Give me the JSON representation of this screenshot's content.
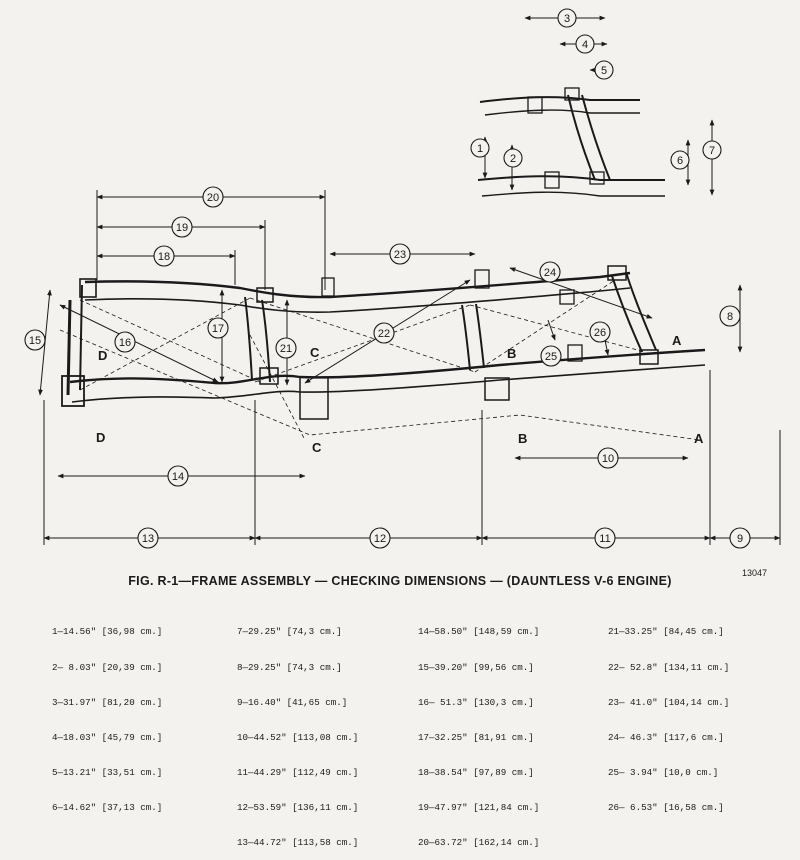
{
  "caption": "FIG. R-1—FRAME ASSEMBLY — CHECKING DIMENSIONS — (DAUNTLESS V-6 ENGINE)",
  "figure_number": "13047",
  "callout_numbers": [
    "1",
    "2",
    "3",
    "4",
    "5",
    "6",
    "7",
    "8",
    "9",
    "10",
    "11",
    "12",
    "13",
    "14",
    "15",
    "16",
    "17",
    "18",
    "19",
    "20",
    "21",
    "22",
    "23",
    "24",
    "25",
    "26"
  ],
  "point_letters": {
    "a": "A",
    "b": "B",
    "c": "C",
    "d": "D"
  },
  "legend": [
    [
      "1—14.56\" [36,98 cm.]",
      "2— 8.03\" [20,39 cm.]",
      "3—31.97\" [81,20 cm.]",
      "4—18.03\" [45,79 cm.]",
      "5—13.21\" [33,51 cm.]",
      "6—14.62\" [37,13 cm.]"
    ],
    [
      "7—29.25\" [74,3 cm.]",
      "8—29.25\" [74,3 cm.]",
      "9—16.40\" [41,65 cm.]",
      "10—44.52\" [113,08 cm.]",
      "11—44.29\" [112,49 cm.]",
      "12—53.59\" [136,11 cm.]",
      "13—44.72\" [113,58 cm.]"
    ],
    [
      "14—58.50\" [148,59 cm.]",
      "15—39.20\" [99,56 cm.]",
      "16— 51.3\" [130,3 cm.]",
      "17—32.25\" [81,91 cm.]",
      "18—38.54\" [97,89 cm.]",
      "19—47.97\" [121,84 cm.]",
      "20—63.72\" [162,14 cm.]"
    ],
    [
      "21—33.25\" [84,45 cm.]",
      "22— 52.8\" [134,11 cm.]",
      "23— 41.0\" [104,14 cm.]",
      "24— 46.3\" [117,6 cm.]",
      "25— 3.94\" [10,0 cm.]",
      "26— 6.53\" [16,58 cm.]"
    ]
  ]
}
